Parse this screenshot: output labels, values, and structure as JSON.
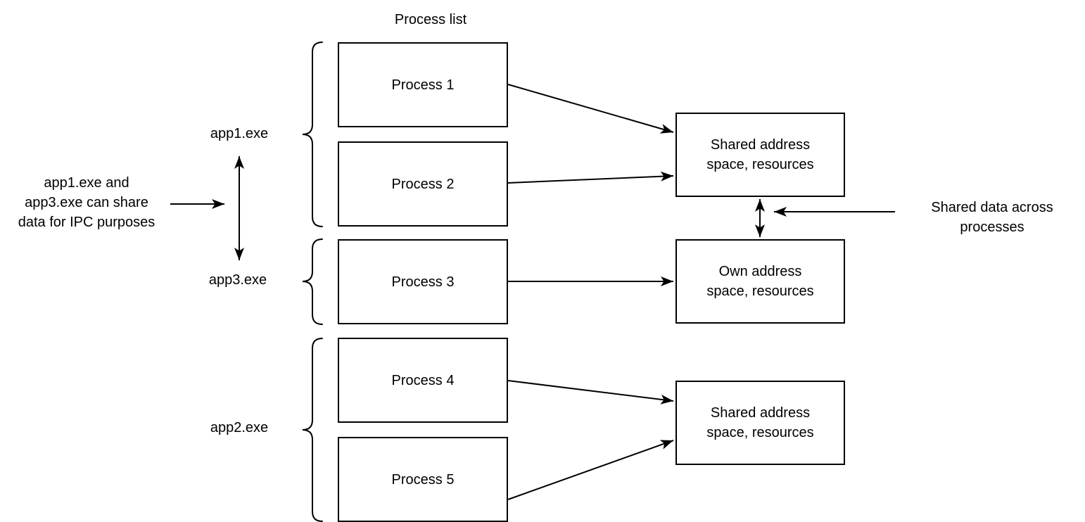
{
  "title": "Process list",
  "colors": {
    "stroke": "#000000",
    "text": "#000000",
    "background": "#ffffff"
  },
  "process_boxes": {
    "p1": "Process 1",
    "p2": "Process 2",
    "p3": "Process 3",
    "p4": "Process 4",
    "p5": "Process 5"
  },
  "memory_boxes": {
    "shared_top": "Shared address\nspace, resources",
    "own": "Own address\nspace, resources",
    "shared_bottom": "Shared address\nspace, resources"
  },
  "group_labels": {
    "app1": "app1.exe",
    "app3": "app3.exe",
    "app2": "app2.exe"
  },
  "annotations": {
    "ipc": "app1.exe and\napp3.exe can share\ndata for IPC purposes",
    "shared_data": "Shared data across\nprocesses"
  },
  "edges": [
    {
      "from": "Process 1",
      "to": "Shared address space, resources (top)",
      "type": "arrow"
    },
    {
      "from": "Process 2",
      "to": "Shared address space, resources (top)",
      "type": "arrow"
    },
    {
      "from": "Process 3",
      "to": "Own address space, resources",
      "type": "arrow"
    },
    {
      "from": "Process 4",
      "to": "Shared address space, resources (bottom)",
      "type": "arrow"
    },
    {
      "from": "Process 5",
      "to": "Shared address space, resources (bottom)",
      "type": "arrow"
    },
    {
      "from": "Shared address space, resources (top)",
      "to": "Own address space, resources",
      "type": "double-arrow"
    },
    {
      "from": "app1.exe",
      "to": "app3.exe",
      "type": "double-arrow"
    },
    {
      "from": "ipc annotation",
      "to": "app1.exe/app3.exe double arrow",
      "type": "arrow"
    },
    {
      "from": "shared data annotation",
      "to": "shared/own double arrow",
      "type": "arrow"
    }
  ]
}
